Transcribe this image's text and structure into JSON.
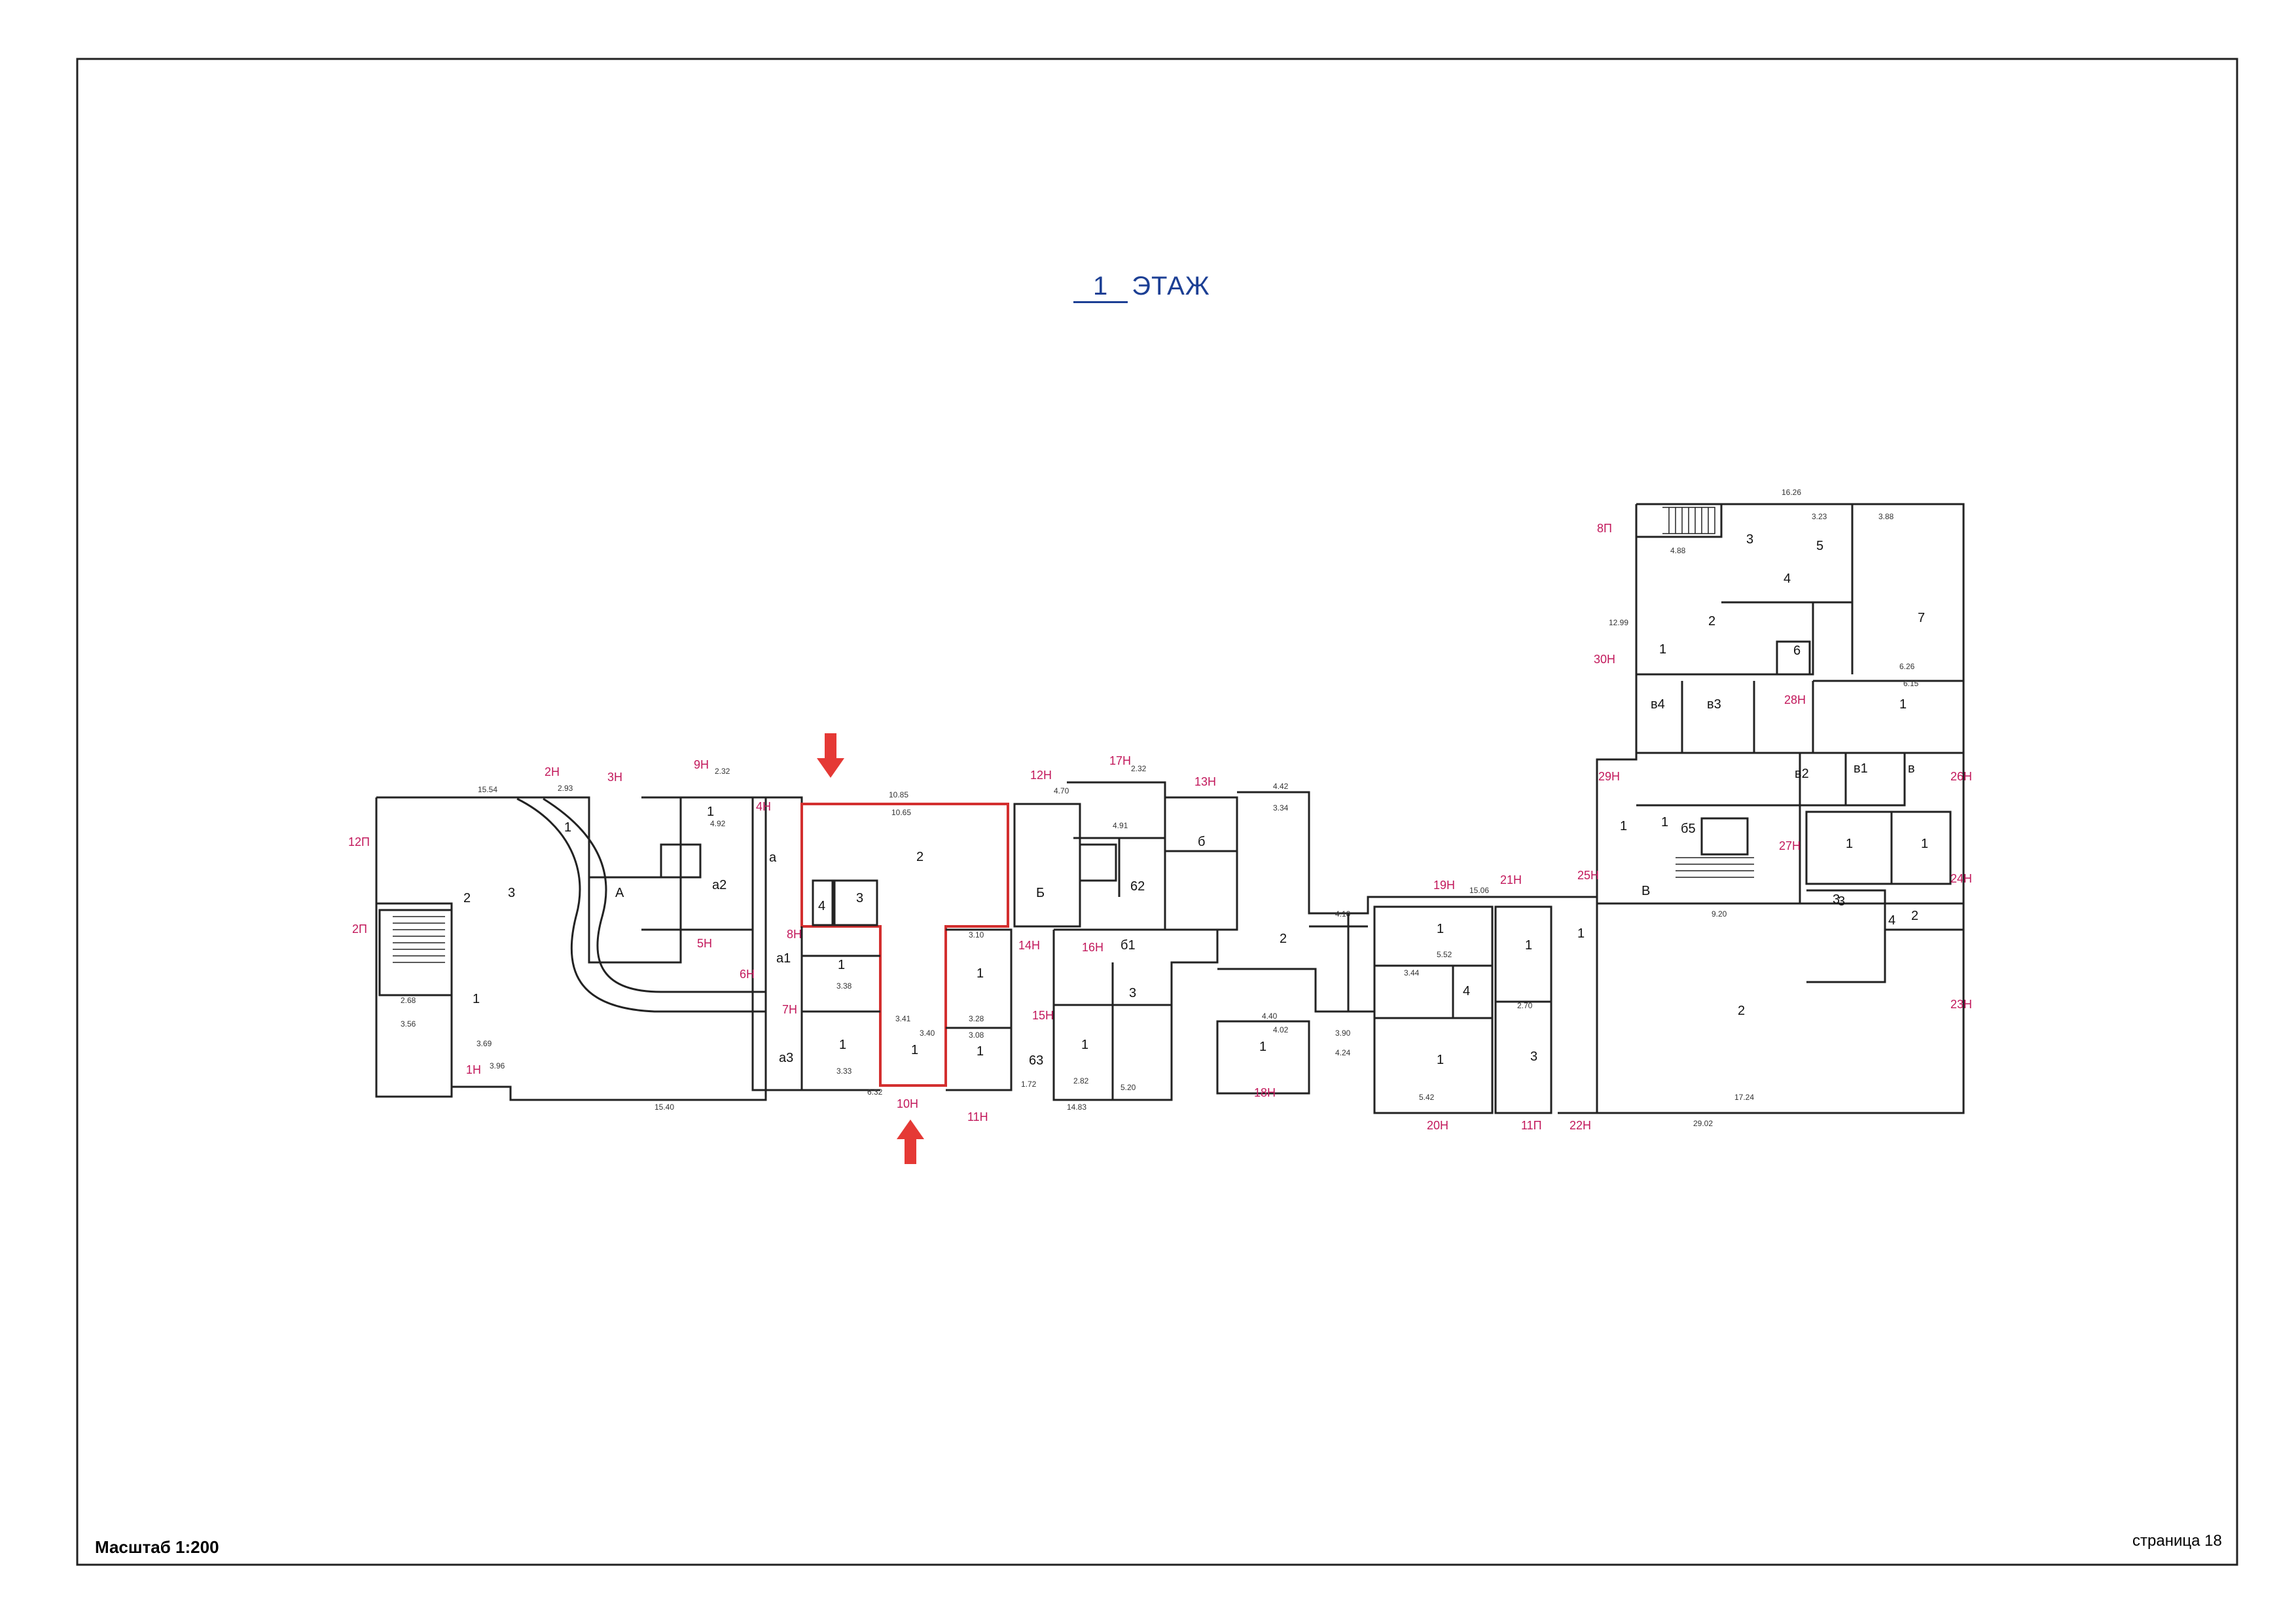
{
  "title_num": "1",
  "title_text": "ЭТАЖ",
  "scale": "Масштаб 1:200",
  "page": "страница 18",
  "colors": {
    "title": "#1c3f94",
    "unit_label": "#c2185b",
    "highlight": "#d32f2f",
    "wall": "#222222"
  },
  "unit_labels": [
    "12П",
    "2П",
    "1Н",
    "2Н",
    "3Н",
    "9Н",
    "4Н",
    "5Н",
    "6Н",
    "8Н",
    "7Н",
    "10Н",
    "11Н",
    "12Н",
    "17Н",
    "13Н",
    "14Н",
    "15Н",
    "16Н",
    "18Н",
    "19Н",
    "20Н",
    "21Н",
    "11П",
    "22Н",
    "25Н",
    "29Н",
    "27Н",
    "8П",
    "30Н",
    "28Н",
    "26Н",
    "24Н",
    "23Н"
  ],
  "room_labels": [
    "3",
    "2",
    "1",
    "1",
    "А",
    "а2",
    "1",
    "а",
    "а1",
    "а3",
    "1",
    "1",
    "2",
    "4",
    "3",
    "1",
    "1",
    "1",
    "Б",
    "62",
    "б1",
    "б",
    "63",
    "1",
    "3",
    "2",
    "1",
    "1",
    "1",
    "1",
    "4",
    "1",
    "3",
    "В",
    "1",
    "1",
    "б5",
    "2",
    "3",
    "в4",
    "в3",
    "в2",
    "в1",
    "в",
    "1",
    "1",
    "3",
    "4",
    "2",
    "2",
    "3",
    "5",
    "4",
    "6",
    "7",
    "1",
    "1"
  ],
  "dimension_labels": [
    "15.54",
    "2.93",
    "4.92",
    "2.32",
    "10.65",
    "10.85",
    "4.70",
    "2.32",
    "4.91",
    "4.42",
    "3.34",
    "15.40",
    "6.32",
    "14.83",
    "17.24",
    "29.02",
    "16.26",
    "3.88",
    "4.88",
    "3.23",
    "12.99",
    "6.26",
    "6.15",
    "9.20",
    "15.06",
    "5.52",
    "5.42",
    "2.70",
    "3.44",
    "4.24",
    "3.90",
    "4.10",
    "5.20",
    "3.33",
    "3.38",
    "3.41",
    "3.40",
    "3.10",
    "3.28",
    "3.08",
    "2.82",
    "1.72",
    "4.02",
    "4.40",
    "3.69",
    "3.96",
    "2.68",
    "3.56"
  ]
}
